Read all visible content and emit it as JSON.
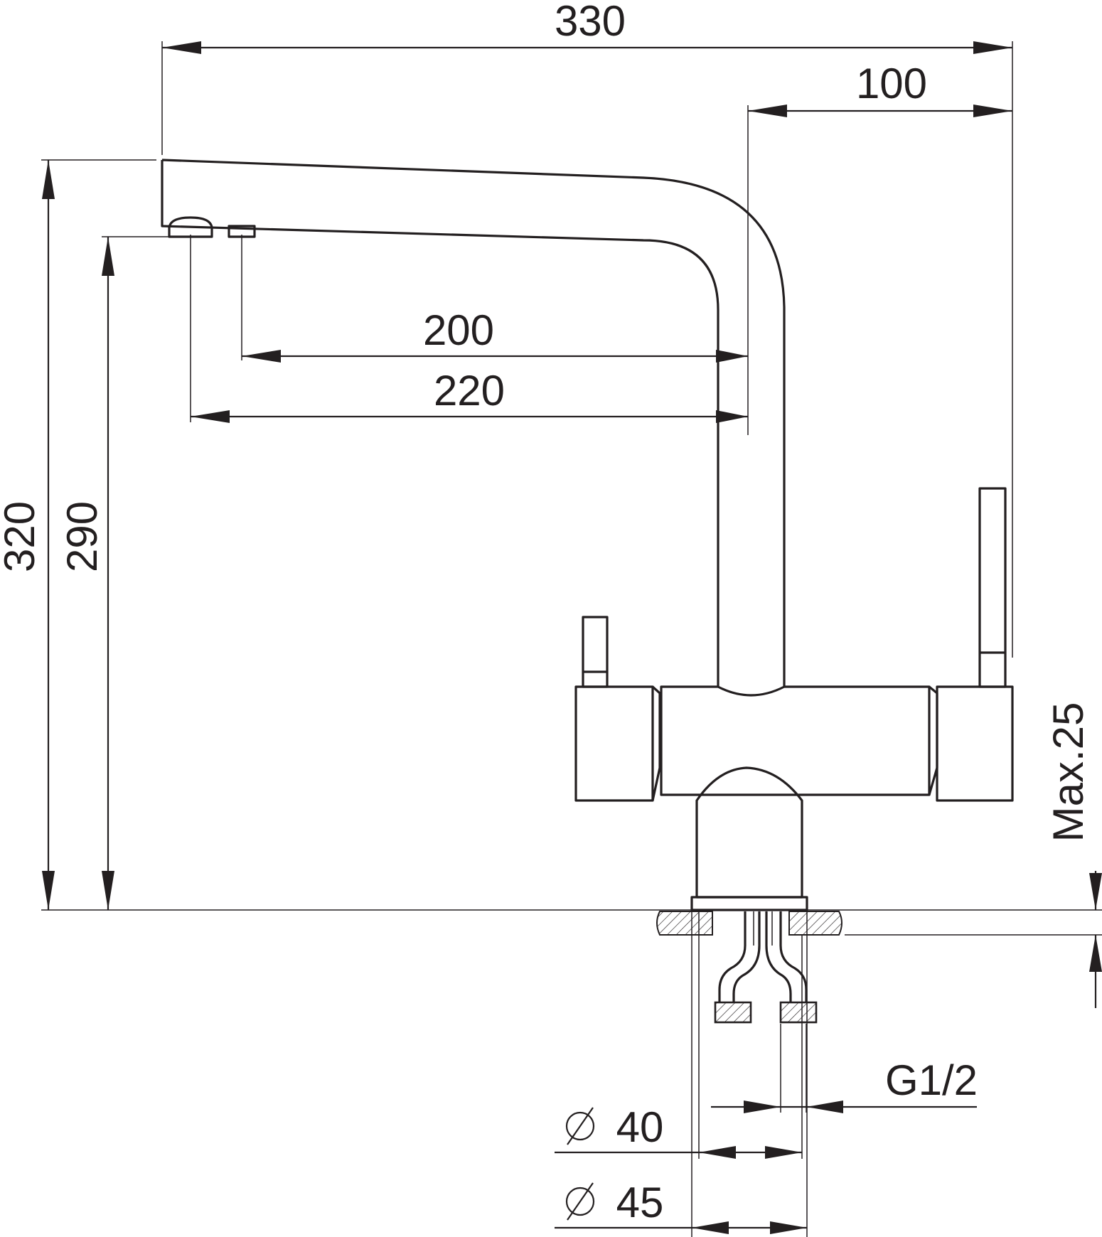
{
  "dimensions": {
    "overall_width": "330",
    "spout_to_handle": "100",
    "reach_inner": "200",
    "reach_outer": "220",
    "total_height": "320",
    "spout_height": "290",
    "max_worktop": "Max.25",
    "thread": "G1/2",
    "hole_min_value": "40",
    "hole_max_value": "45"
  },
  "symbols": {
    "diameter": "diameter-symbol"
  }
}
